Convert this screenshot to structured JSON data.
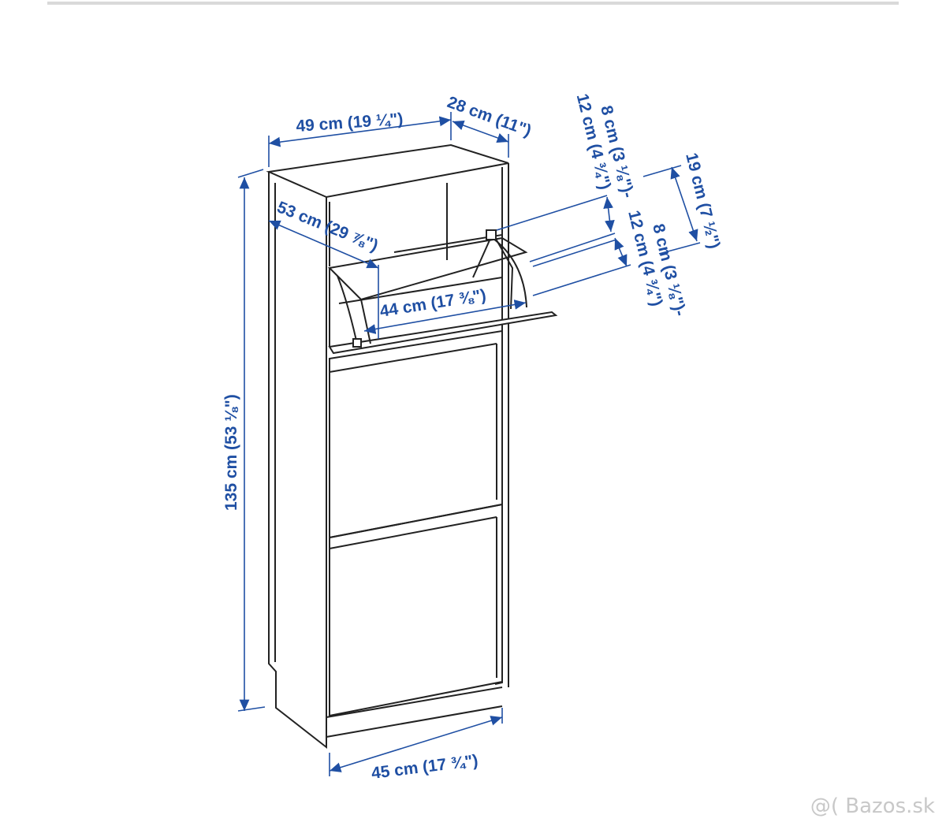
{
  "diagram": {
    "dimensions": {
      "top_width": "49 cm (19 ¼\")",
      "top_depth": "28 cm (11\")",
      "diagonal": "53 cm (29 ⅞\")",
      "inner_width": "44 cm (17 ⅜\")",
      "height": "135 cm (53 ⅛\")",
      "bottom_width": "45 cm (17 ¾\")",
      "upper_flap_depth": "8 cm (3 ⅛\")-\n12 cm (4 ¾\")",
      "side_height": "19 cm (7 ½\")",
      "lower_flap_depth": "8 cm (3 ⅛\")-\n12 cm (4 ¾\")"
    }
  },
  "watermark": "Bazos.sk",
  "colors": {
    "dimension": "#1f4fa3",
    "outline": "#222222"
  }
}
